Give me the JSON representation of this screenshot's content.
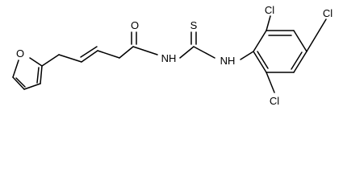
{
  "molecule": {
    "atoms": {
      "furan_o": "O",
      "carbonyl_o": "O",
      "thio_s": "S",
      "nh_left": "NH",
      "nh_right": "NH",
      "cl_top_left": "Cl",
      "cl_top_right": "Cl",
      "cl_bottom": "Cl"
    }
  }
}
